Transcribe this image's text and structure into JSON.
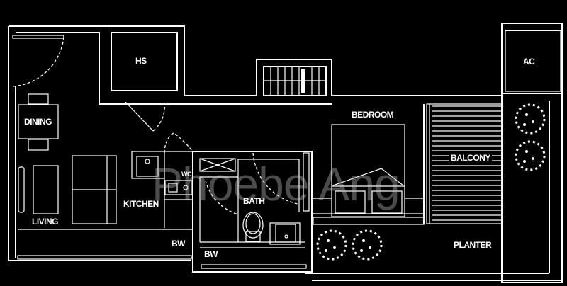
{
  "plan": {
    "rooms": {
      "hs": "HS",
      "ac": "AC",
      "dining": "DINING",
      "living": "LIVING",
      "kitchen": "KITCHEN",
      "wc": "WC",
      "bw_left": "BW",
      "bath": "BATH",
      "bw_bath": "BW",
      "bedroom": "BEDROOM",
      "balcony": "BALCONY",
      "planter": "PLANTER"
    },
    "watermark": "Phoebe Ang",
    "colors": {
      "background": "#000000",
      "lines": "#ffffff",
      "watermark": "#9a9a9a"
    }
  }
}
